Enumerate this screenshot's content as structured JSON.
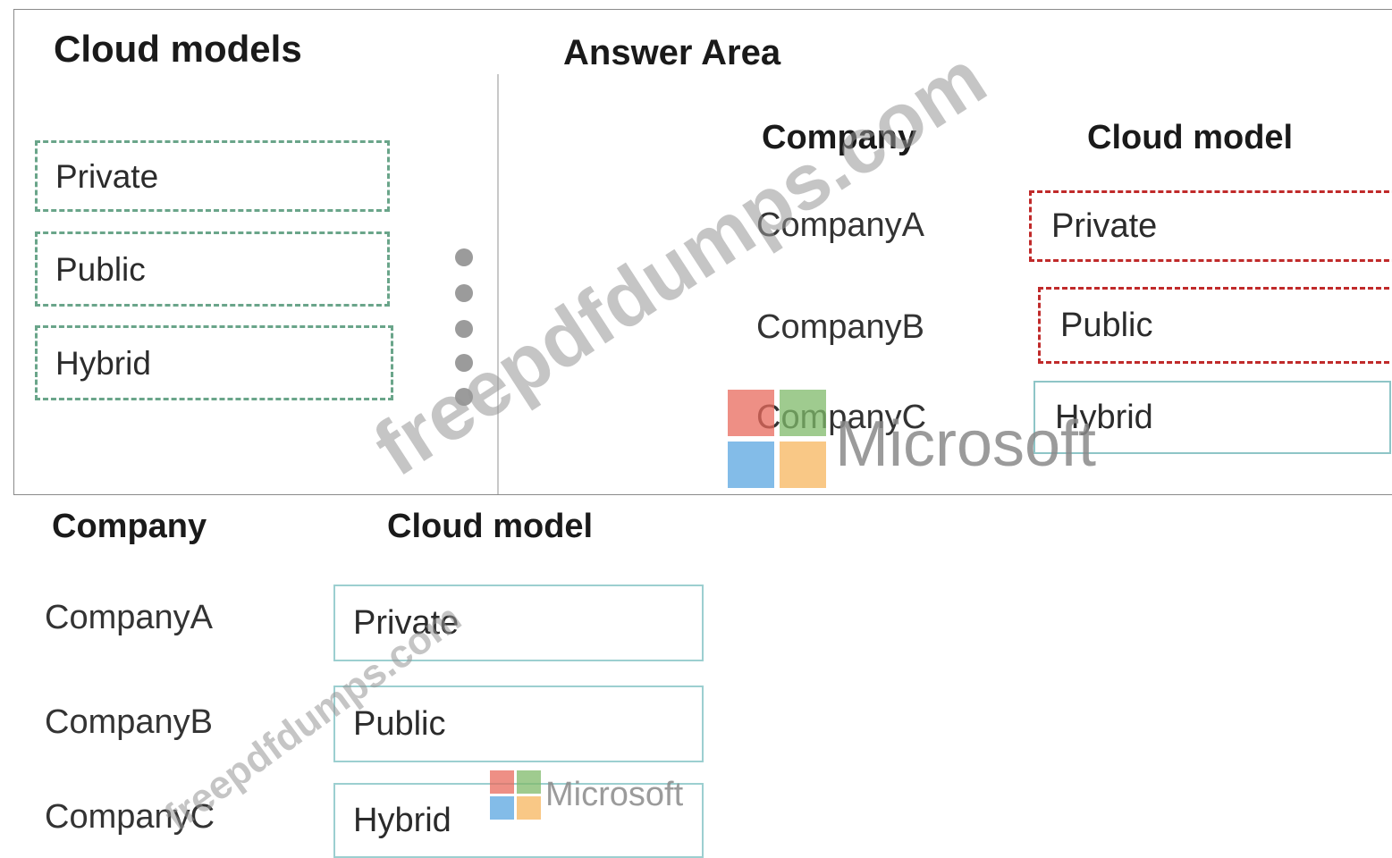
{
  "top": {
    "cloud_models_title": "Cloud models",
    "answer_area_title": "Answer Area",
    "options": [
      "Private",
      "Public",
      "Hybrid"
    ],
    "company_header": "Company",
    "cloud_model_header": "Cloud model",
    "companies": [
      "CompanyA",
      "CompanyB",
      "CompanyC"
    ],
    "answers": [
      "Private",
      "Public",
      "Hybrid"
    ]
  },
  "bottom": {
    "company_header": "Company",
    "cloud_model_header": "Cloud model",
    "companies": [
      "CompanyA",
      "CompanyB",
      "CompanyC"
    ],
    "answers": [
      "Private",
      "Public",
      "Hybrid"
    ]
  },
  "branding": {
    "microsoft_text": "Microsoft",
    "watermark_text": "freepdfdumps.com",
    "logo_colors": [
      "#f25022",
      "#7fba00",
      "#00a4ef",
      "#ffb900"
    ]
  },
  "icons": {
    "drag_handle": "vertical-dots-icon",
    "logo": "microsoft-logo-icon"
  }
}
